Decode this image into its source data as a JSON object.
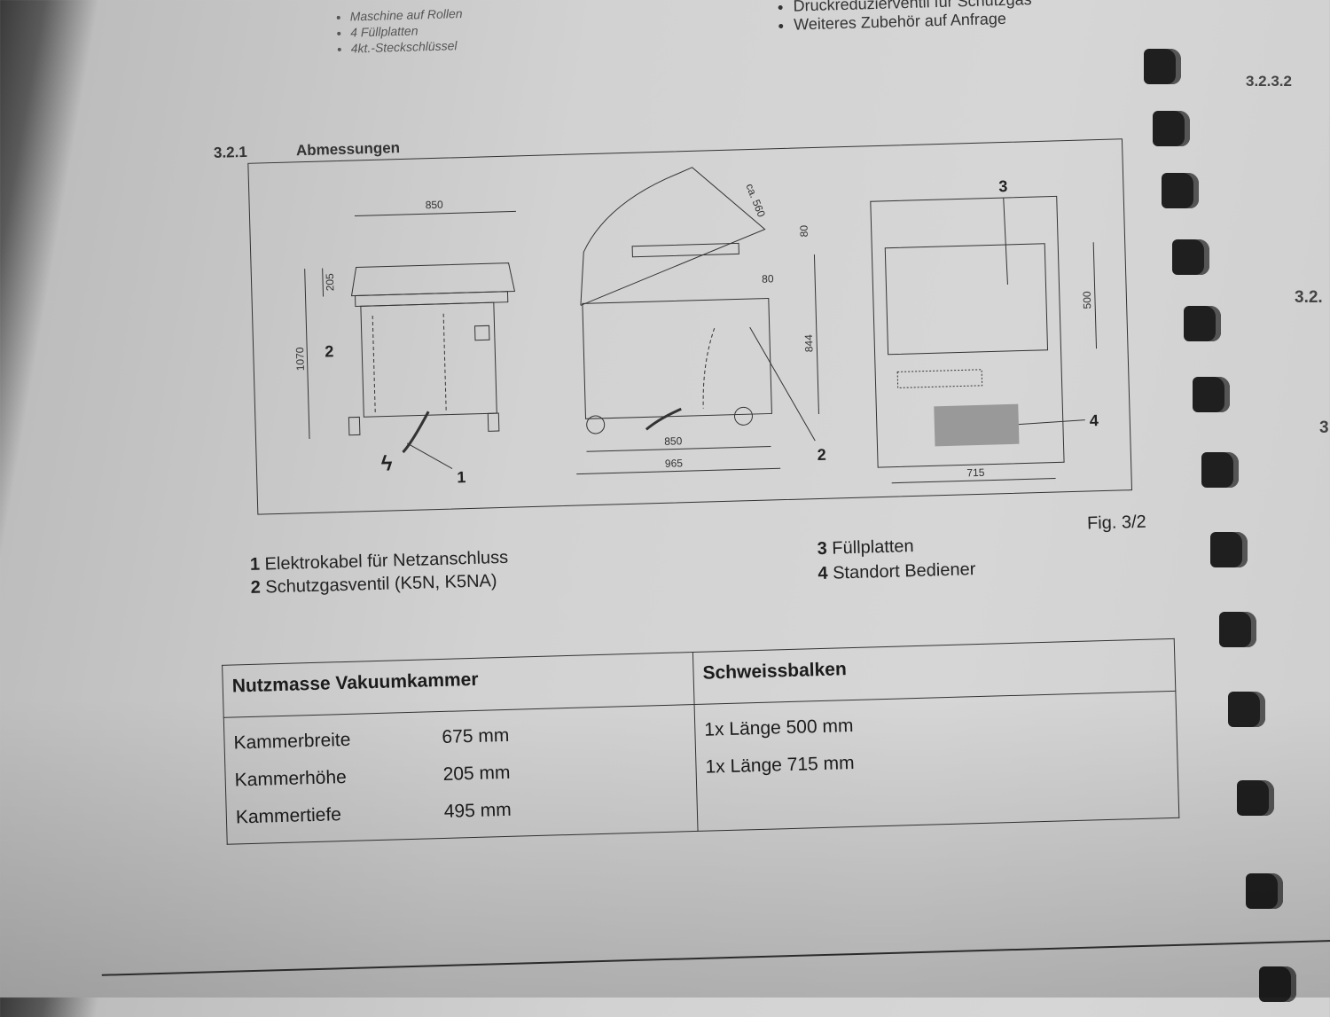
{
  "top_list_left": [
    "Maschine auf Rollen",
    "4 Füllplatten",
    "4kt.-Steckschlüssel"
  ],
  "top_list_right": [
    "Druckreduzierventil für Schutzgas",
    "Weiteres Zubehör auf Anfrage"
  ],
  "section": {
    "number": "3.2.1",
    "title": "Abmessungen"
  },
  "figure": {
    "label": "Fig. 3/2",
    "front_view": {
      "width": "850",
      "height_chamber": "205",
      "height_total": "1070",
      "callout_cable": "1",
      "callout_valve": "2"
    },
    "side_view": {
      "lid": "ca. 560",
      "dim_80a": "80",
      "dim_80b": "80",
      "height": "844",
      "depth_inner": "850",
      "depth_total": "965",
      "callout_valve": "2"
    },
    "top_view": {
      "callout_plates": "3",
      "bar_length": "500",
      "width": "715",
      "callout_operator": "4"
    }
  },
  "legend": [
    {
      "num": "1",
      "text": "Elektrokabel für Netzanschluss"
    },
    {
      "num": "2",
      "text": "Schutzgasventil (K5N, K5NA)"
    },
    {
      "num": "3",
      "text": "Füllplatten"
    },
    {
      "num": "4",
      "text": "Standort Bediener"
    }
  ],
  "table": {
    "left_header": "Nutzmasse Vakuumkammer",
    "right_header": "Schweissbalken",
    "left_rows": [
      {
        "label": "Kammerbreite",
        "value": "675 mm"
      },
      {
        "label": "Kammerhöhe",
        "value": "205 mm"
      },
      {
        "label": "Kammertiefe",
        "value": "495 mm"
      }
    ],
    "right_rows": [
      "1x Länge 500 mm",
      "1x Länge 715 mm"
    ]
  },
  "right_page": {
    "headings": [
      "3.2.3.2",
      "3.2.",
      "3"
    ]
  }
}
